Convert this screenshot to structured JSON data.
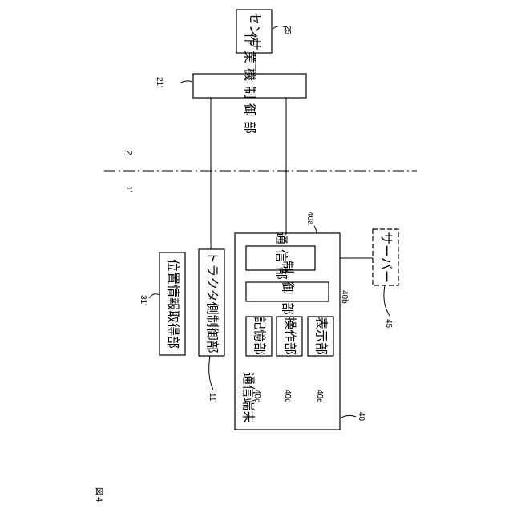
{
  "figure": {
    "label": "図４"
  },
  "regions": {
    "left": "1'",
    "right": "2'"
  },
  "blocks": {
    "sensor": {
      "label": "センサ",
      "ref": "25"
    },
    "implement_control": {
      "label": "作業機制御部",
      "ref": "21'"
    },
    "position_info": {
      "label": "位置情報取得部",
      "ref": "31'"
    },
    "tractor_control": {
      "label": "トラクタ側制御部",
      "ref": "11'"
    },
    "terminal": {
      "label": "通信端末",
      "ref": "40"
    },
    "comm_unit": {
      "label": "通信部",
      "ref": "40a"
    },
    "control_unit": {
      "label": "制御部",
      "ref": "40b"
    },
    "storage_unit": {
      "label": "記憶部",
      "ref": "40c"
    },
    "operation_unit": {
      "label": "操作部",
      "ref": "40d"
    },
    "display_unit": {
      "label": "表示部",
      "ref": "40e"
    },
    "server": {
      "label": "サーバー",
      "ref": "45"
    }
  },
  "colors": {
    "ink": "#000000",
    "background": "#ffffff"
  }
}
